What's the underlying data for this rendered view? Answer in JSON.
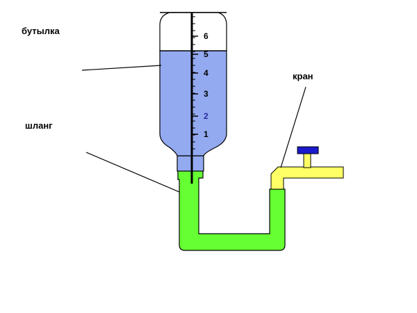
{
  "labels": {
    "bottle": "бутылка",
    "hose": "шланг",
    "tap": "кран"
  },
  "scale": {
    "marks": [
      "1",
      "2",
      "3",
      "4",
      "5",
      "6"
    ]
  },
  "colors": {
    "water": "#93aaf0",
    "bottle_empty": "#ffffff",
    "hose": "#66ff33",
    "tap_pipe": "#ffff66",
    "tap_handle": "#1a1acc",
    "outline": "#000000"
  }
}
